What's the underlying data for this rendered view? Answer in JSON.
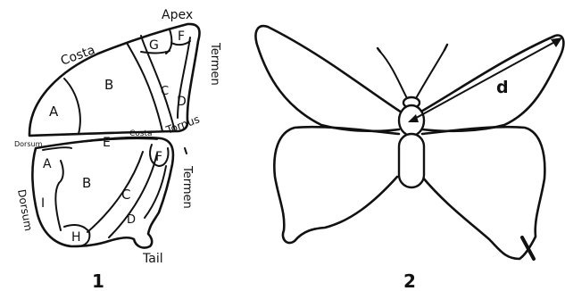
{
  "panel1": {
    "number": "1",
    "forewing": {
      "regions": {
        "A": "A",
        "B": "B",
        "C": "C",
        "D": "D",
        "F": "F",
        "G": "G"
      },
      "edges": {
        "apex": "Apex",
        "costa": "Costa",
        "termen": "Termen",
        "tornus": "Tornus",
        "dorsum": "Dorsum"
      }
    },
    "hindwing": {
      "regions": {
        "A": "A",
        "B": "B",
        "C": "C",
        "D": "D",
        "E": "E",
        "F": "F",
        "H": "H",
        "I": "I"
      },
      "edges": {
        "costa": "Costa",
        "termen": "Termen",
        "dorsum": "Dorsum",
        "tail": "Tail"
      }
    }
  },
  "panel2": {
    "number": "2",
    "measure_label": "d"
  }
}
